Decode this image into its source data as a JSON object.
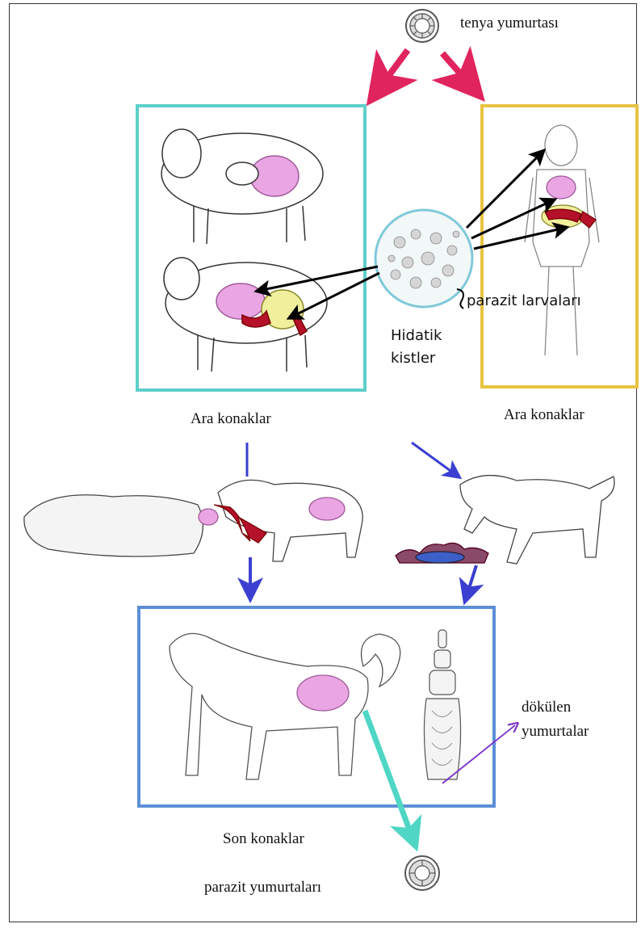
{
  "labels": {
    "egg_top": "tenya yumurtası",
    "larvae": "parazit larvaları",
    "cysts_line1": "Hidatik",
    "cysts_line2": "kistler",
    "intermediate_left": "Ara konaklar",
    "intermediate_right": "Ara konaklar",
    "shed_eggs_line1": "dökülen",
    "shed_eggs_line2": "yumurtalar",
    "final_hosts": "Son konaklar",
    "parasite_eggs": "parazit yumurtaları"
  },
  "colors": {
    "box_sheep": "#5ecfc9",
    "box_human": "#e8c342",
    "box_dog": "#5b8fd6",
    "arrow_red": "#e0245e",
    "arrow_blue": "#3b3fd1",
    "arrow_teal": "#4fd6c4",
    "arrow_purple": "#7a2fc9",
    "arrow_black": "#000000",
    "organ_pink": "#e9a6e3",
    "organ_red": "#b5112b",
    "organ_yellow": "#f0ef9c"
  }
}
